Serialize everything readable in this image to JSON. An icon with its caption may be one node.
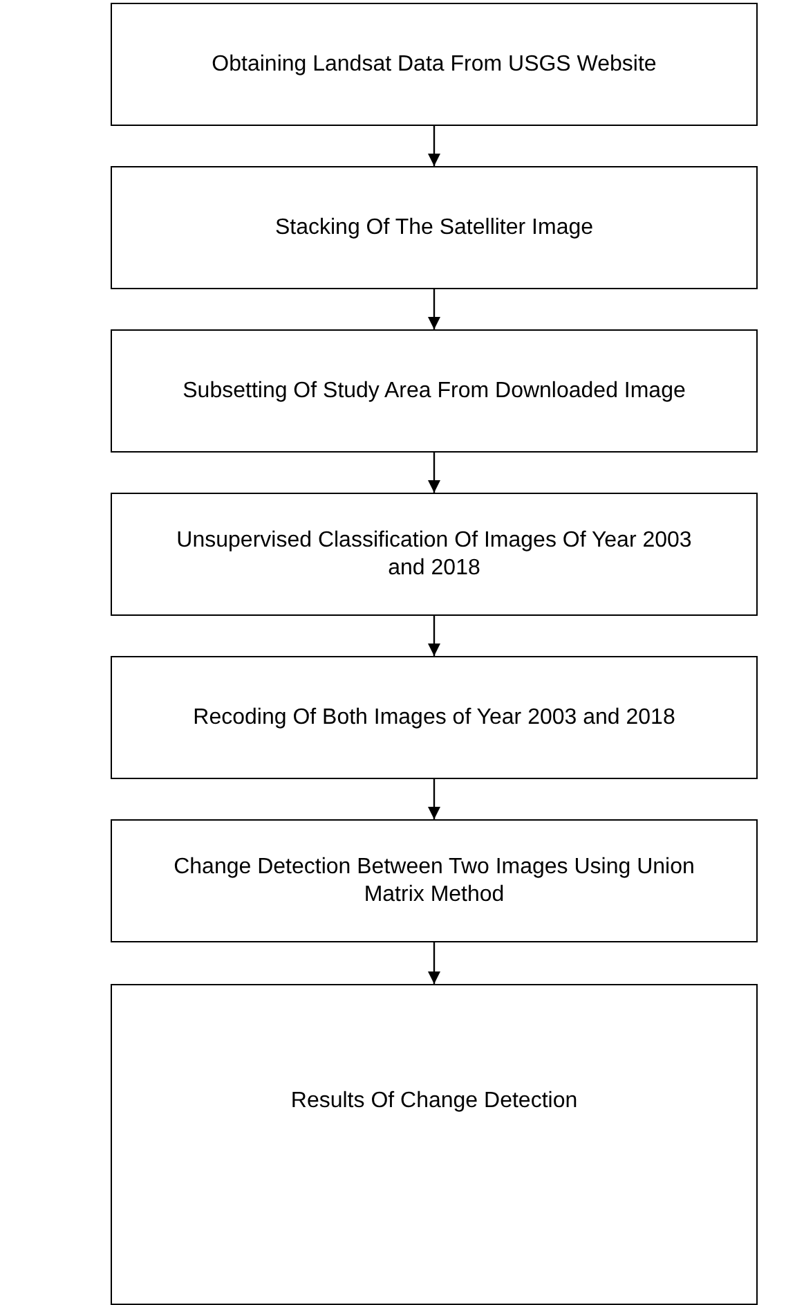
{
  "diagram": {
    "nodes": [
      {
        "text": [
          "Obtaining Landsat Data From USGS Website"
        ]
      },
      {
        "text": [
          "Stacking Of The Satelliter Image"
        ]
      },
      {
        "text": [
          "Subsetting Of Study Area From Downloaded Image"
        ]
      },
      {
        "text": [
          "Unsupervised Classification Of Images Of Year 2003 and 2018"
        ]
      },
      {
        "text": [
          "Recoding Of Both Images of Year 2003 and 2018"
        ]
      },
      {
        "text": [
          "Change Detection Between Two Images Using Union Matrix Method"
        ]
      },
      {
        "text": [
          "Results Of Change Detection"
        ]
      }
    ],
    "edges": [
      {
        "from": 0,
        "to": 1,
        "arrow": "to"
      },
      {
        "from": 1,
        "to": 2,
        "arrow": "to"
      },
      {
        "from": 2,
        "to": 3,
        "arrow": "to"
      },
      {
        "from": 3,
        "to": 4,
        "arrow": "to"
      },
      {
        "from": 4,
        "to": 5,
        "arrow": "to"
      },
      {
        "from": 5,
        "to": 6,
        "arrow": "to"
      }
    ]
  }
}
